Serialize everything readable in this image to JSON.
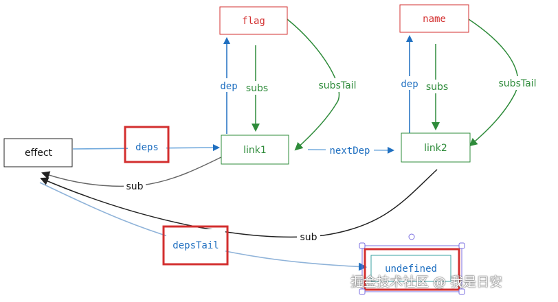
{
  "nodes": {
    "effect": "effect",
    "flag": "flag",
    "name": "name",
    "link1": "link1",
    "link2": "link2",
    "undefined": "undefined"
  },
  "edges": {
    "deps": "deps",
    "dep_left": "dep",
    "subs_left": "subs",
    "subsTail_left": "subsTail",
    "nextDep": "nextDep",
    "dep_right": "dep",
    "subs_right": "subs",
    "subsTail_right": "subsTail",
    "sub_top": "sub",
    "sub_bottom": "sub",
    "depsTail": "depsTail"
  },
  "watermark": "掘金技术社区 @ 我是日安",
  "colors": {
    "red": "#d32f2f",
    "green": "#2e8b3a",
    "blue": "#1f6fc0",
    "highlight": "#d32f2f",
    "selection": "#7a6ee0",
    "black": "#222222"
  }
}
